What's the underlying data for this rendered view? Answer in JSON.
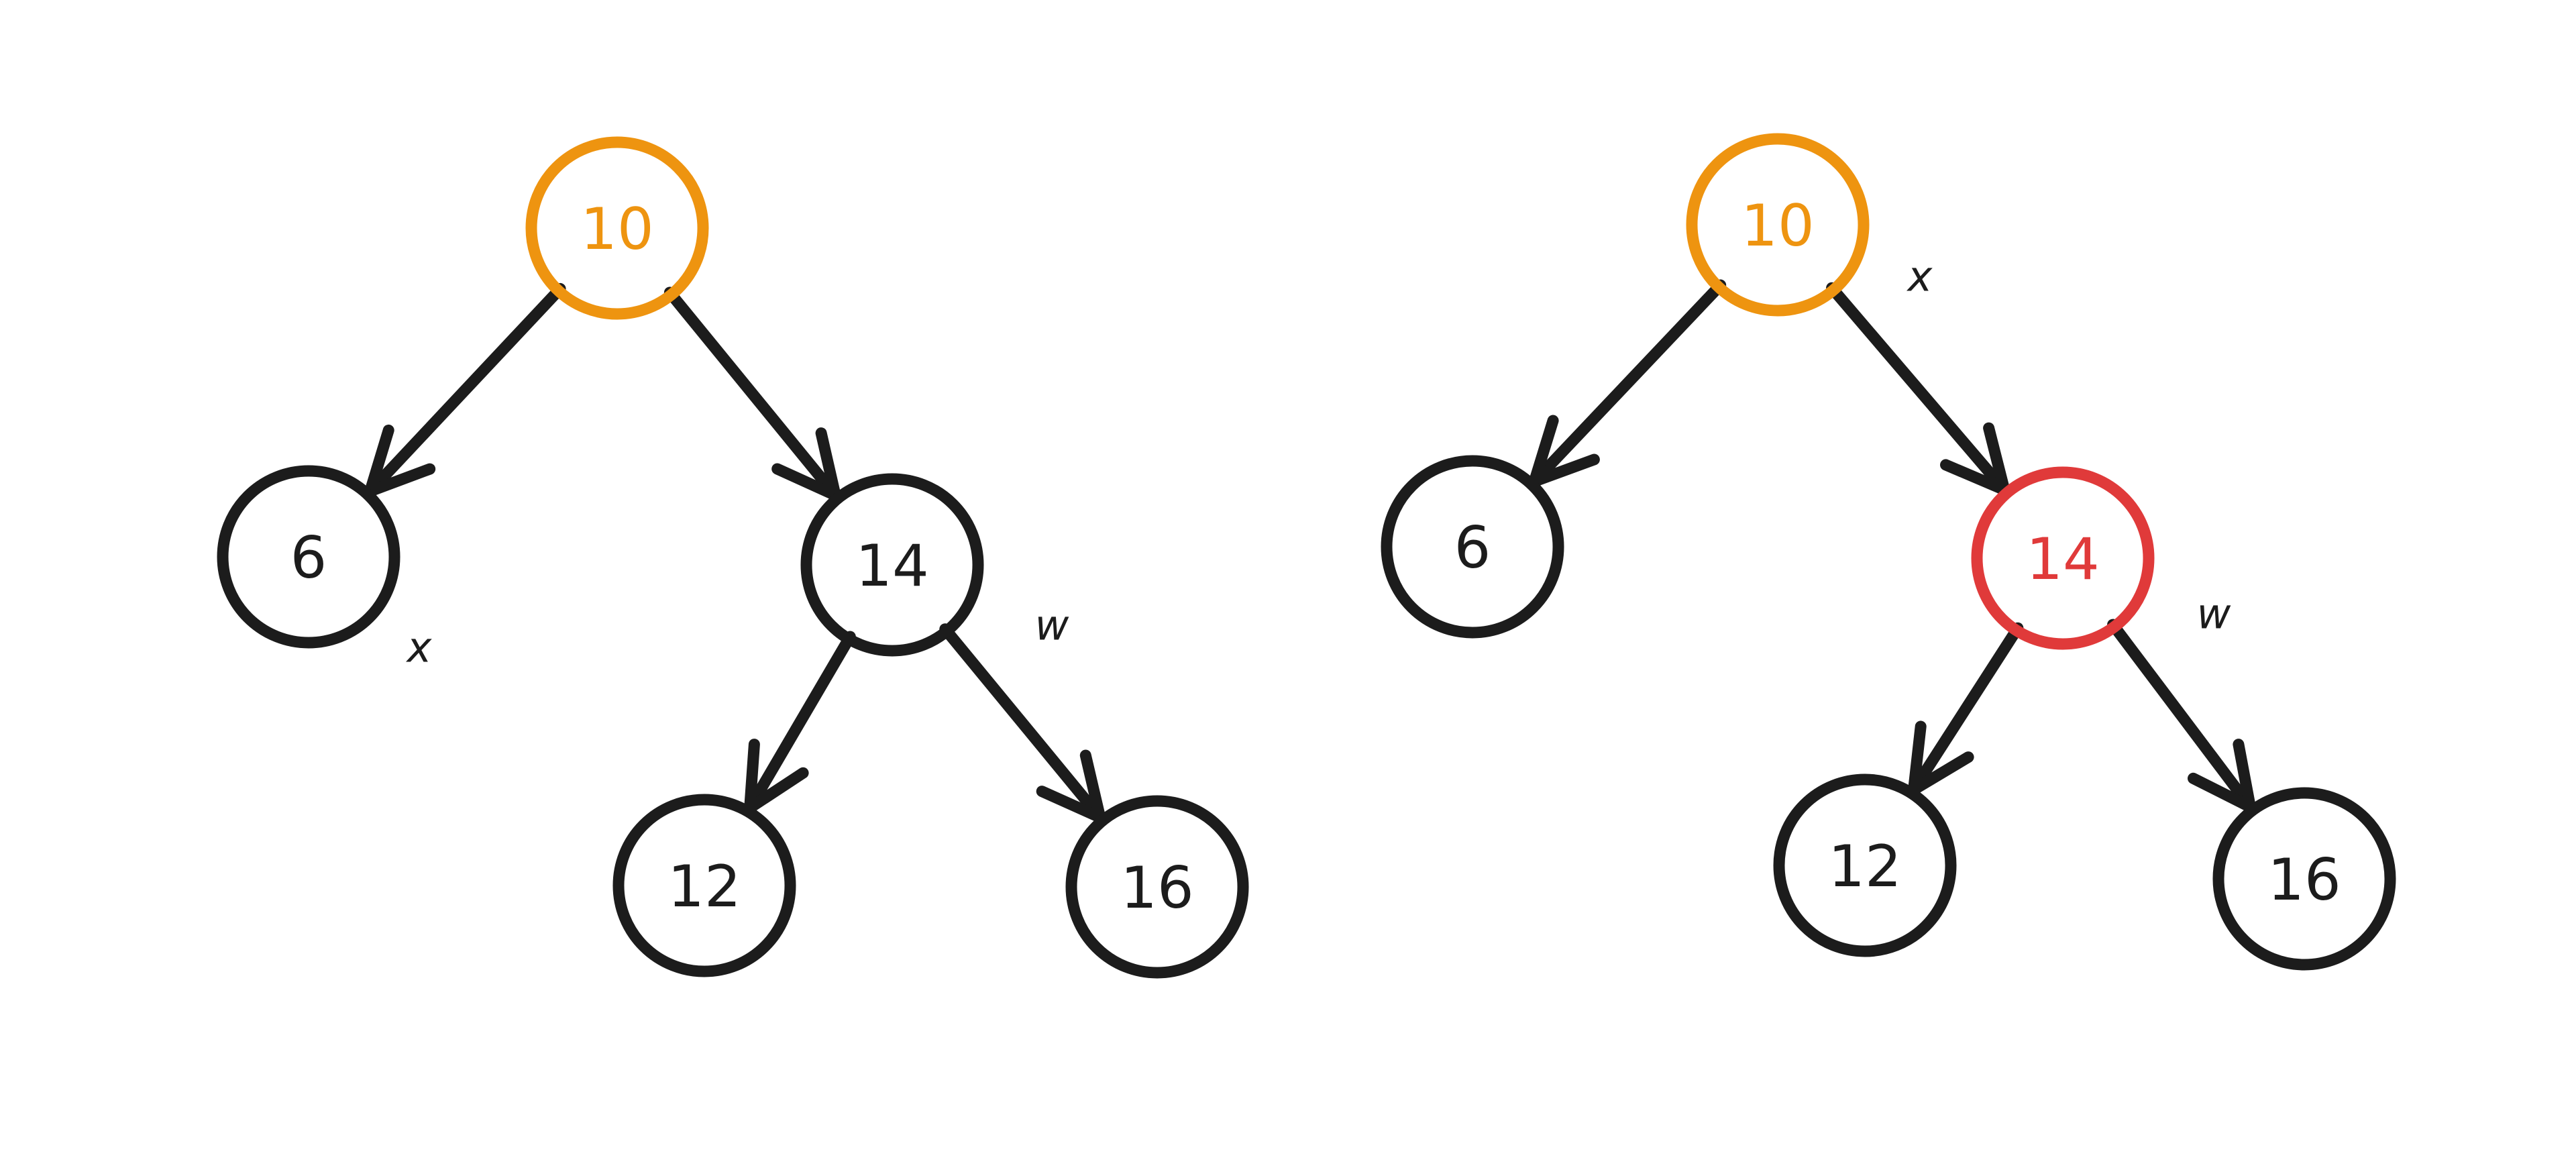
{
  "colors": {
    "ink": "#1c1c1c",
    "highlight_orange": "#ee9410",
    "highlight_red": "#e03a3a",
    "background": "#ffffff"
  },
  "trees": [
    {
      "nodes": [
        {
          "id": "a10",
          "label": "10",
          "color": "orange"
        },
        {
          "id": "a6",
          "label": "6",
          "color": "ink"
        },
        {
          "id": "a14",
          "label": "14",
          "color": "ink"
        },
        {
          "id": "a12",
          "label": "12",
          "color": "ink"
        },
        {
          "id": "a16",
          "label": "16",
          "color": "ink"
        }
      ],
      "edges": [
        {
          "from": "a10",
          "to": "a6"
        },
        {
          "from": "a10",
          "to": "a14"
        },
        {
          "from": "a14",
          "to": "a12"
        },
        {
          "from": "a14",
          "to": "a16"
        }
      ],
      "tags": [
        {
          "label": "x",
          "near": "a6"
        },
        {
          "label": "w",
          "near": "a14"
        }
      ]
    },
    {
      "nodes": [
        {
          "id": "b10",
          "label": "10",
          "color": "orange"
        },
        {
          "id": "b6",
          "label": "6",
          "color": "ink"
        },
        {
          "id": "b14",
          "label": "14",
          "color": "red"
        },
        {
          "id": "b12",
          "label": "12",
          "color": "ink"
        },
        {
          "id": "b16",
          "label": "16",
          "color": "ink"
        }
      ],
      "edges": [
        {
          "from": "b10",
          "to": "b6"
        },
        {
          "from": "b10",
          "to": "b14"
        },
        {
          "from": "b14",
          "to": "b12"
        },
        {
          "from": "b14",
          "to": "b16"
        }
      ],
      "tags": [
        {
          "label": "x",
          "near": "b10"
        },
        {
          "label": "w",
          "near": "b14"
        }
      ]
    }
  ]
}
